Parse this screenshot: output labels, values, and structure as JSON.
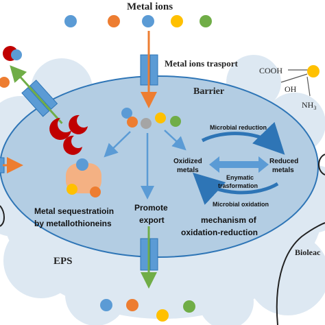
{
  "labels": {
    "metal_ions": "Metal ions",
    "transport": "Metal ions trasport",
    "barrier": "Barrier",
    "eps": "EPS",
    "sequestration_line1": "Metal sequestratioin",
    "sequestration_line2": "by metallothioneins",
    "promote_line1": "Promote",
    "promote_line2": "export",
    "microbial_reduction": "Microbial reduction",
    "microbial_oxidation": "Microbial oxidation",
    "oxidized_line1": "Oxidized",
    "oxidized_line2": "metals",
    "reduced_line1": "Reduced",
    "reduced_line2": "metals",
    "enzymatic_line1": "Enymatic",
    "enzymatic_line2": "trasformation",
    "mechanism_line1": "mechanism of",
    "mechanism_line2": "oxidation-reduction",
    "cooh": "COOH",
    "oh": "OH",
    "nh3": "NH",
    "nh3_sub": "3",
    "bioleach": "Bioleac"
  },
  "colors": {
    "ion_blue": "#5b9bd5",
    "ion_orange": "#ed7d31",
    "ion_gray": "#a5a5a5",
    "ion_yellow": "#ffc000",
    "ion_green": "#70ad47",
    "ion_red": "#c00000",
    "cell_fill": "#b3cde3",
    "cell_stroke": "#2e75b6",
    "eps_fill": "#dde8f2",
    "channel": "#5b9bd5",
    "arrow_orange": "#ed7d31",
    "arrow_blue": "#5b9bd5",
    "arrow_green": "#70ad47",
    "protein": "#f4b183"
  }
}
